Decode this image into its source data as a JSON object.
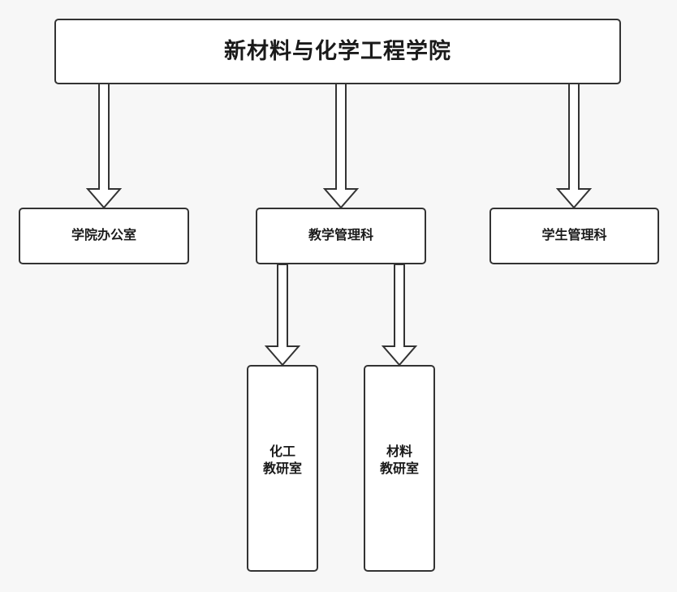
{
  "diagram": {
    "type": "org-chart",
    "orientation": "top-down",
    "background_color": "#f7f7f7",
    "node_fill": "#ffffff",
    "node_border_color": "#333333",
    "connector_style": "hollow-block-arrow",
    "levels": 3
  },
  "nodes": {
    "root": {
      "id": "college",
      "label": "新材料与化学工程学院",
      "level": 1
    },
    "departments": [
      {
        "id": "office",
        "label": "学院办公室",
        "level": 2
      },
      {
        "id": "teaching",
        "label": "教学管理科",
        "level": 2
      },
      {
        "id": "student",
        "label": "学生管理科",
        "level": 2
      }
    ],
    "labs": [
      {
        "id": "lab-chem",
        "label": "化工\n教研室",
        "level": 3,
        "parent": "teaching"
      },
      {
        "id": "lab-mat",
        "label": "材料\n教研室",
        "level": 3,
        "parent": "teaching"
      }
    ]
  },
  "edges": [
    {
      "from": "college",
      "to": "office"
    },
    {
      "from": "college",
      "to": "teaching"
    },
    {
      "from": "college",
      "to": "student"
    },
    {
      "from": "teaching",
      "to": "lab-chem"
    },
    {
      "from": "teaching",
      "to": "lab-mat"
    }
  ]
}
